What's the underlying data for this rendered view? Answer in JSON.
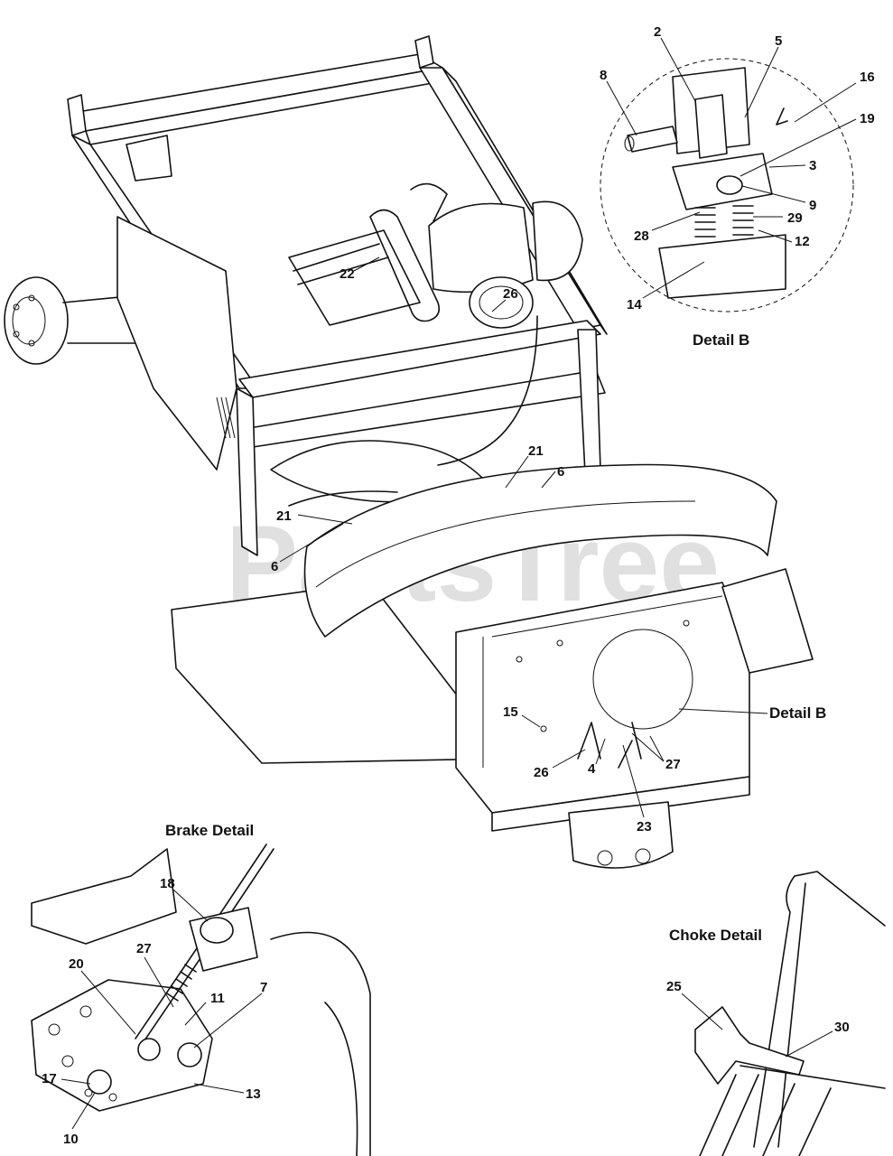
{
  "watermark": "PartsTree",
  "details": {
    "detail_b": "Detail B",
    "detail_b_callout": "Detail B",
    "brake": "Brake Detail",
    "choke": "Choke Detail"
  },
  "callouts": {
    "c2": "2",
    "c5": "5",
    "c8": "8",
    "c16": "16",
    "c19": "19",
    "c3": "3",
    "c9": "9",
    "c28": "28",
    "c29": "29",
    "c12": "12",
    "c14": "14",
    "c22": "22",
    "c26a": "26",
    "c21a": "21",
    "c6a": "6",
    "c21b": "21",
    "c6b": "6",
    "c15": "15",
    "c26b": "26",
    "c4": "4",
    "c27a": "27",
    "c23": "23",
    "c18": "18",
    "c27b": "27",
    "c20": "20",
    "c11": "11",
    "c7": "7",
    "c17": "17",
    "c13": "13",
    "c10": "10",
    "c25": "25",
    "c30": "30"
  }
}
